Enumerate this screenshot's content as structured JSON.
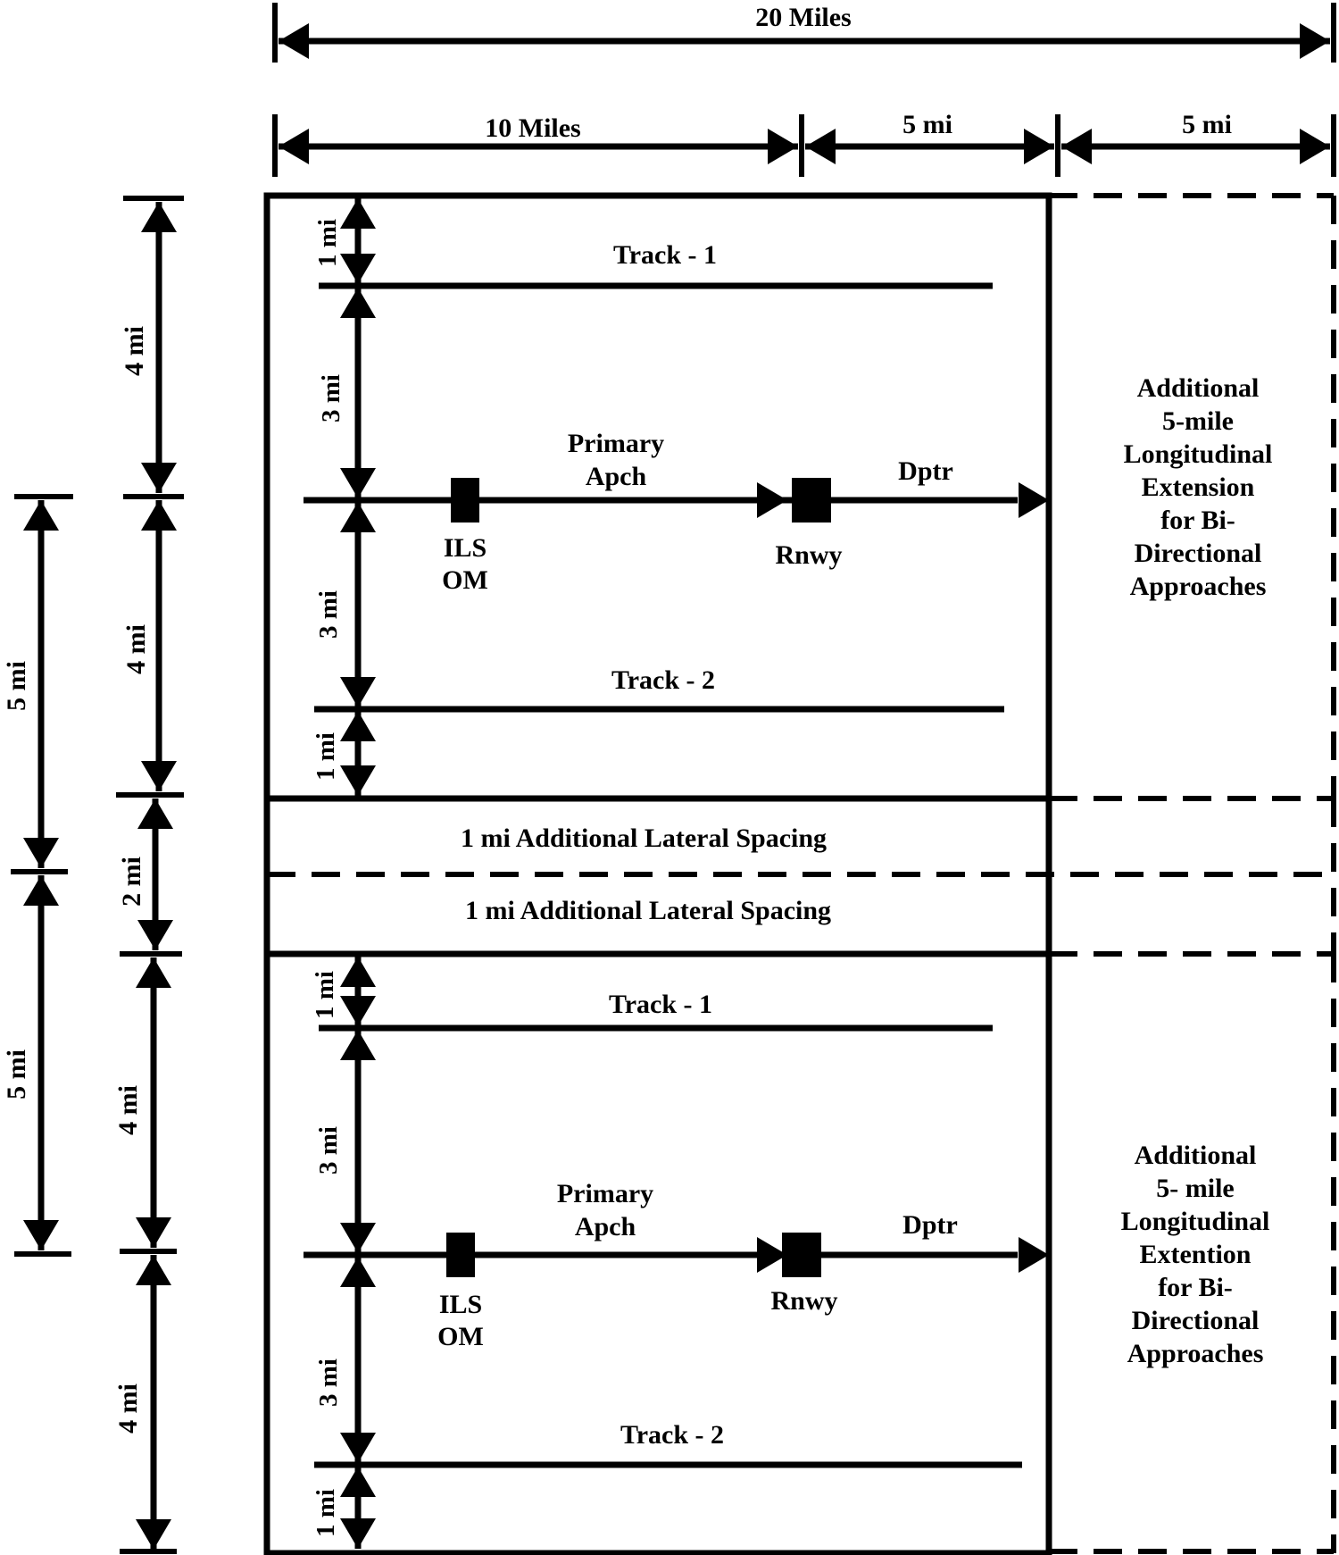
{
  "dimensions": {
    "top_total": "20 Miles",
    "top_segment_1": "10 Miles",
    "top_segment_2": "5 mi",
    "top_segment_3": "5 mi",
    "far_left_upper": "5 mi",
    "far_left_lower": "5 mi",
    "mid_left_1": "4 mi",
    "mid_left_2": "4 mi",
    "mid_left_3": "2 mi",
    "mid_left_4": "4 mi",
    "mid_left_5": "4 mi"
  },
  "upper_block": {
    "dim_a": "1 mi",
    "dim_b": "3 mi",
    "dim_c": "3 mi",
    "dim_d": "1 mi",
    "track_1": "Track - 1",
    "track_2": "Track - 2",
    "primary_line1": "Primary",
    "primary_line2": "Apch",
    "dptr": "Dptr",
    "ils_line1": "ILS",
    "ils_line2": "OM",
    "rnwy": "Rnwy",
    "extension_lines": [
      "Additional",
      "5-mile",
      "Longitudinal",
      "Extension",
      "for Bi-",
      "Directional",
      "Approaches"
    ]
  },
  "spacing": {
    "upper": "1 mi Additional Lateral Spacing",
    "lower": "1 mi Additional Lateral Spacing"
  },
  "lower_block": {
    "dim_a": "1 mi",
    "dim_b": "3 mi",
    "dim_c": "3 mi",
    "dim_d": "1 mi",
    "track_1": "Track - 1",
    "track_2": "Track - 2",
    "primary_line1": "Primary",
    "primary_line2": "Apch",
    "dptr": "Dptr",
    "ils_line1": "ILS",
    "ils_line2": "OM",
    "rnwy": "Rnwy",
    "extension_lines": [
      "Additional",
      "5- mile",
      "Longitudinal",
      "Extention",
      "for Bi-",
      "Directional",
      "Approaches"
    ]
  }
}
